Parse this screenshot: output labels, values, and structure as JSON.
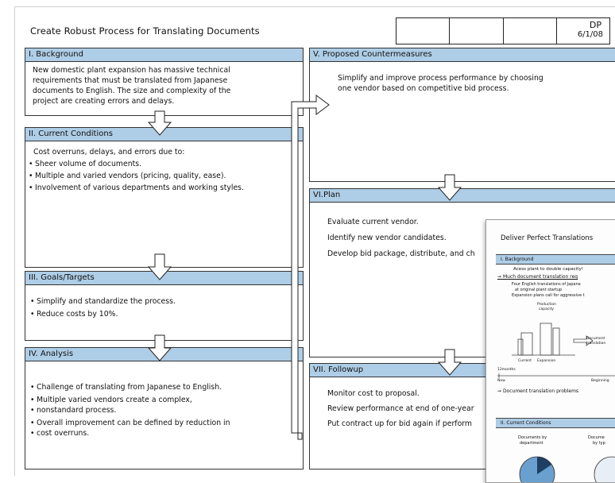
{
  "title": "Create Robust Process for Translating Documents",
  "header": {
    "dp": "DP",
    "date": "6/1/08"
  },
  "sections": {
    "background": {
      "heading": "I. Background",
      "text": [
        "New domestic plant expansion has massive technical",
        "requirements that must be translated from Japanese",
        "documents to English. The size and complexity of the",
        "project are creating errors and delays."
      ]
    },
    "current": {
      "heading": "II. Current Conditions",
      "intro": "Cost overruns, delays, and errors due to:",
      "bullets": [
        "Sheer volume of documents.",
        "Multiple and varied vendors (pricing, quality, ease).",
        "Involvement of various departments and working styles."
      ]
    },
    "goals": {
      "heading": "III. Goals/Targets",
      "bullets": [
        "Simplify and standardize the process.",
        "Reduce costs by 10%."
      ]
    },
    "analysis": {
      "heading": "IV. Analysis",
      "bullets": [
        "Challenge of translating from Japanese to English.",
        "Multiple varied vendors create a complex,",
        "nonstandard process.",
        "Overall improvement can be defined by reduction in",
        "cost overruns."
      ]
    },
    "countermeasures": {
      "heading": "V. Proposed Countermeasures",
      "text": [
        "Simplify and improve process performance by choosing",
        "one vendor based on competitive bid process."
      ]
    },
    "plan": {
      "heading": "VI.Plan",
      "lines": [
        "Evaluate current vendor.",
        "Identify new vendor candidates.",
        "Develop bid package, distribute, and ch"
      ]
    },
    "followup": {
      "heading": "VII. Followup",
      "lines": [
        "Monitor cost to proposal.",
        "Review performance at end of one-year",
        "Put contract up for bid again if perform"
      ]
    }
  },
  "overlay": {
    "title": "Deliver Perfect Translations",
    "background_heading": "I. Background",
    "background_lines": [
      "Acess plant to double capacity!",
      "Much document translation req",
      "Four English translations of Japane",
      "at original plant startup",
      "Expansion plans call for aggressive t",
      "Production",
      "capacity",
      "Document",
      "translation",
      "Current",
      "Expansion",
      "12months",
      "Now",
      "Beginning",
      "Document translation problems"
    ],
    "current_heading": "II. Current Conditions",
    "current_lines": [
      "Documents by",
      "department",
      "Docume",
      "by typ"
    ]
  }
}
